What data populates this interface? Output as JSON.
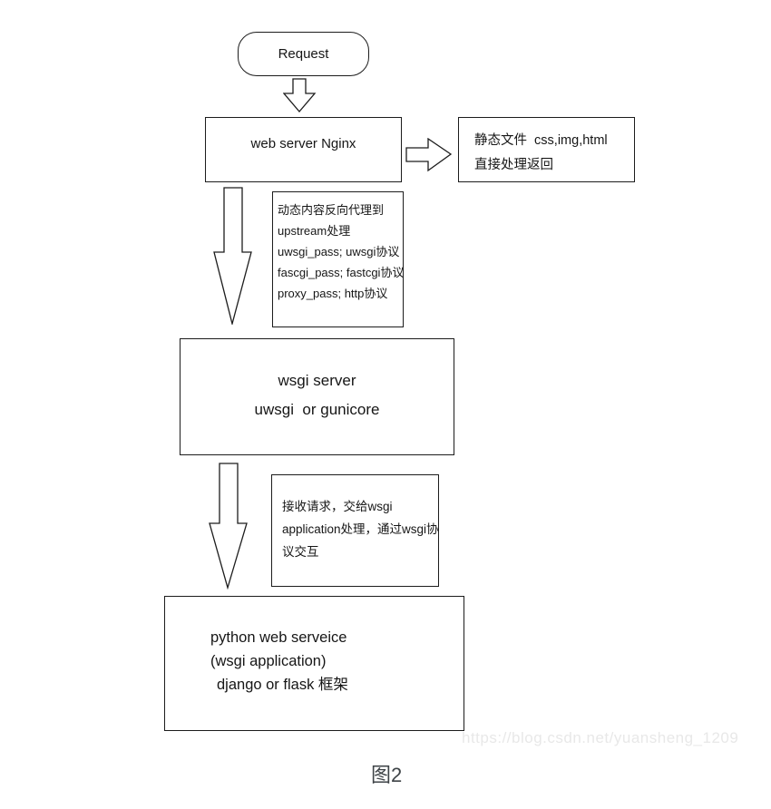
{
  "colors": {
    "page_bg": "#ffffff",
    "border": "#1c1c1c",
    "text": "#161616",
    "watermark": "#e8e8e8",
    "caption": "#3e4347"
  },
  "nodes": {
    "request": {
      "label": "Request"
    },
    "nginx": {
      "label": "web server Nginx"
    },
    "static": {
      "line1": "静态文件  css,img,html",
      "line2": "直接处理返回"
    },
    "proxy_note": {
      "line1": "动态内容反向代理到",
      "line2": "upstream处理",
      "line3": "uwsgi_pass; uwsgi协议",
      "line4": "fascgi_pass; fastcgi协议",
      "line5": "proxy_pass; http协议"
    },
    "wsgi": {
      "line1": "wsgi server",
      "line2": "uwsgi  or gunicore"
    },
    "wsgi_note": {
      "line1": "接收请求，交给wsgi",
      "line2": "application处理，通过wsgi协",
      "line3": "议交互"
    },
    "python": {
      "line1": "python web serveice",
      "line2": "(wsgi application)",
      "line3": "django or flask 框架"
    }
  },
  "page": {
    "watermark": "https://blog.csdn.net/yuansheng_1209",
    "caption": "图2"
  }
}
